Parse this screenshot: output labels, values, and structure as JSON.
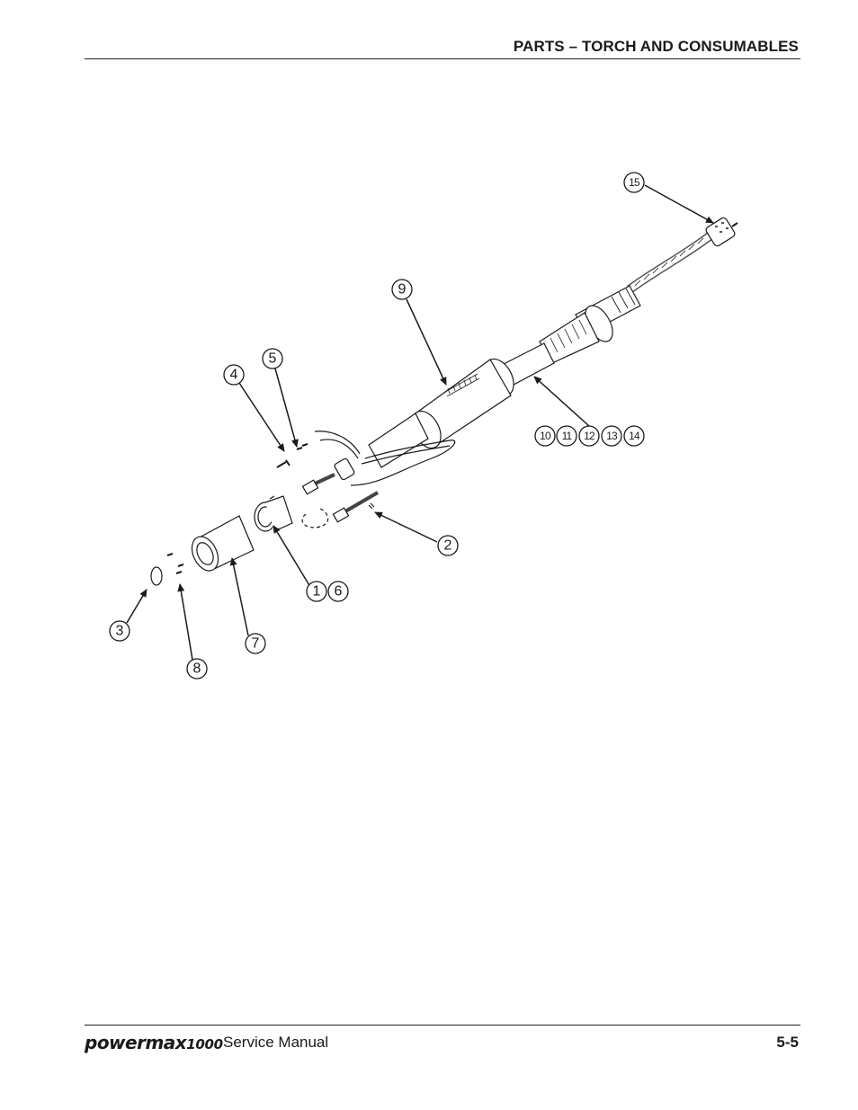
{
  "header": {
    "section_title": "PARTS – TORCH AND CONSUMABLES"
  },
  "footer": {
    "brand": "powermax",
    "brand_number": "1000",
    "subtitle": "Service Manual",
    "page_number": "5-5"
  },
  "diagram": {
    "callouts": [
      "15",
      "9",
      "5",
      "4",
      "10",
      "11",
      "12",
      "13",
      "14",
      "2",
      "1",
      "6",
      "3",
      "7",
      "8"
    ]
  }
}
